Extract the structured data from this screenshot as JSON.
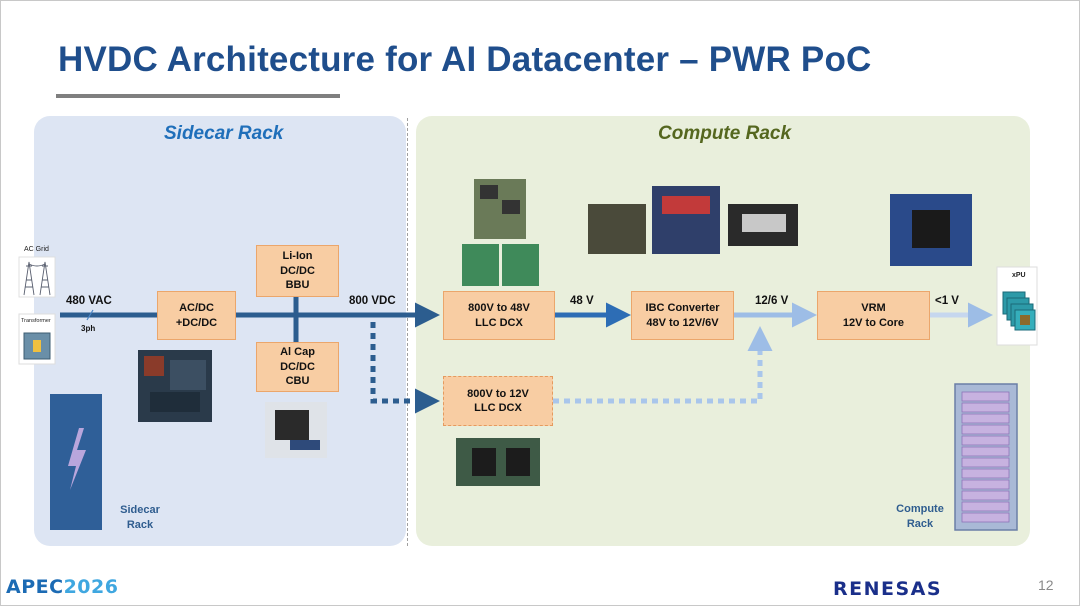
{
  "title": "HVDC Architecture for AI Datacenter – PWR PoC",
  "sidecar": {
    "title": "Sidecar Rack",
    "rack_label": "Sidecar\nRack",
    "grid_label": "AC Grid",
    "transformer_label": "Transformer",
    "input_label": "480 VAC",
    "phase_label": "3ph",
    "boxes": {
      "acdc": "AC/DC\n+DC/DC",
      "liion": "Li-Ion\nDC/DC\nBBU",
      "alcap": "Al Cap\nDC/DC\nCBU"
    },
    "bus_label": "800 VDC"
  },
  "compute": {
    "title": "Compute Rack",
    "rack_label": "Compute\nRack",
    "boxes": {
      "dcx48": "800V to 48V\nLLC DCX",
      "ibc": "IBC Converter\n48V to 12V/6V",
      "vrm": "VRM\n12V to Core",
      "dcx12": "800V to 12V\nLLC DCX"
    },
    "labels": {
      "v48": "48 V",
      "v12": "12/6 V",
      "vcore": "<1 V"
    },
    "xpu_label": "xPU"
  },
  "footer": {
    "logo_left_a": "APEC",
    "logo_left_b": "2026",
    "logo_right": "RENESAS",
    "page_number": "12"
  },
  "colors": {
    "title": "#1f4e8c",
    "sidecar_title": "#1f6fba",
    "compute_title": "#55671f",
    "bus_dark": "#2c5d8f",
    "arrow_blue": "#2d6db5",
    "arrow_light": "#9dbde6",
    "box_fill": "#f8cda3"
  }
}
